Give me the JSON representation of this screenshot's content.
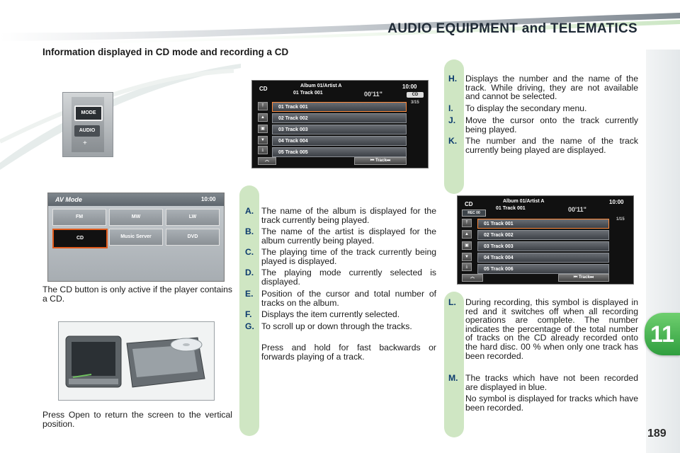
{
  "header": {
    "title": "AUDIO EQUIPMENT and TELEMATICS",
    "section_heading": "Information displayed in CD mode and recording a CD"
  },
  "chapter": "11",
  "page_number": "189",
  "mode_panel": {
    "mode_label": "MODE",
    "audio_label": "AUDIO",
    "plus": "+"
  },
  "av_screen": {
    "title": "AV Mode",
    "clock": "10:00",
    "buttons": [
      "FM",
      "MW",
      "LW",
      "CD",
      "Music Server",
      "DVD"
    ]
  },
  "cd_screen": {
    "mode": "CD",
    "album": "Album 01/Artist A",
    "track_title": "01 Track 001",
    "clock": "10:00",
    "time": "00'11\"",
    "badge": "CD",
    "counter": "3/15",
    "tracks": [
      "01 Track 001",
      "02 Track 002",
      "03 Track 003",
      "04 Track 004",
      "05 Track 005"
    ],
    "track_button": "⏮ Track⏭"
  },
  "rec_screen": {
    "mode": "CD",
    "album": "Album 01/Artist A",
    "track_title": "01 Track 001",
    "clock": "10:00",
    "time": "00'11\"",
    "rec_badge": "REC 00",
    "counter": "1/15",
    "tracks": [
      "01 Track 001",
      "02 Track 002",
      "03 Track 003",
      "04 Track 004",
      "05 Track 006"
    ],
    "track_button": "⏮ Track⏭"
  },
  "left_text": {
    "cd_note": "The CD button is only active if the player contains a CD.",
    "open_note": "Press Open to return the screen to the vertical position."
  },
  "middle_items": [
    {
      "letter": "A.",
      "text": "The name of the album is displayed for the track currently being played."
    },
    {
      "letter": "B.",
      "text": "The name of the artist is displayed for the album currently being played."
    },
    {
      "letter": "C.",
      "text": "The playing time of the track currently being played is displayed."
    },
    {
      "letter": "D.",
      "text": "The playing mode currently selected is displayed."
    },
    {
      "letter": "E.",
      "text": "Position of the cursor and total number of tracks on the album."
    },
    {
      "letter": "F.",
      "text": "Displays the item currently selected."
    },
    {
      "letter": "G.",
      "text": "To scroll up or down through the tracks."
    }
  ],
  "middle_extra": "Press and hold for fast backwards or forwards playing of a track.",
  "right_items_top": [
    {
      "letter": "H.",
      "text": "Displays the number and the name of the track. While driving, they are not available and cannot be selected."
    },
    {
      "letter": "I.",
      "text": "To display the secondary menu."
    },
    {
      "letter": "J.",
      "text": "Move the cursor onto the track currently being played."
    },
    {
      "letter": "K.",
      "text": "The number and the name of the track currently being played are displayed."
    }
  ],
  "right_items_bottom": [
    {
      "letter": "L.",
      "text": "During recording, this symbol is displayed in red and it switches off when all recording operations are complete. The number indicates the percentage of the total number of tracks on the CD already recorded onto the hard disc. 00 % when only one track has been recorded."
    },
    {
      "letter": "M.",
      "text": "The tracks which have not been recorded are displayed in blue."
    }
  ],
  "right_extra": "No symbol is displayed for tracks which have been recorded.",
  "colors": {
    "letter": "#0c3b6e",
    "capsule": "#cfe6c3",
    "chapter_tab": "#3aa64a"
  }
}
